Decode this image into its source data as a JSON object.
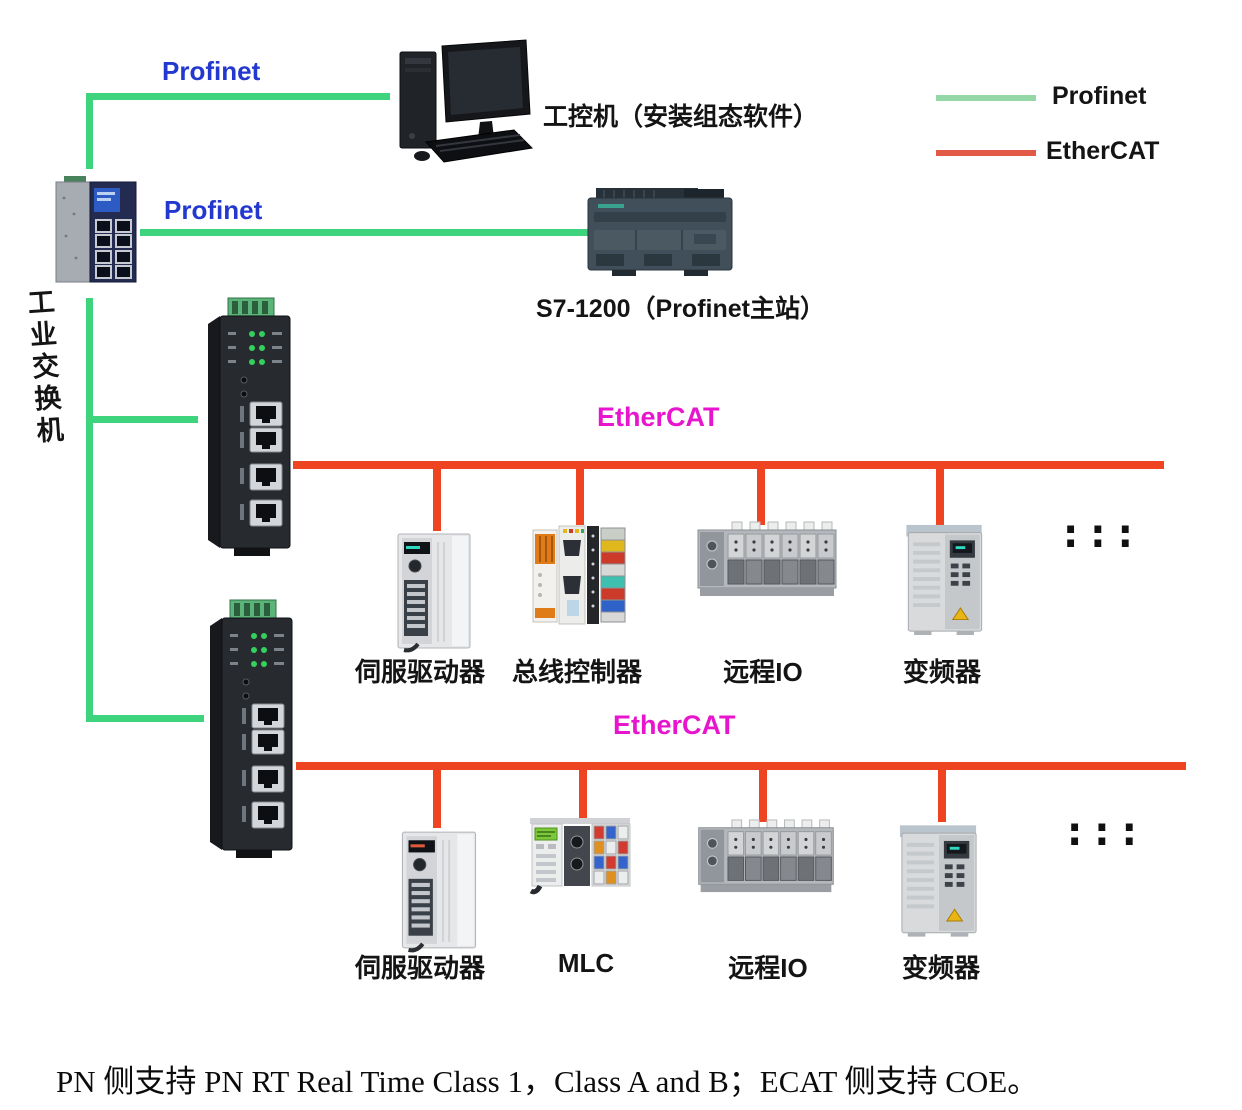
{
  "colors": {
    "profinet_line": "#3ed47e",
    "ethercat_line": "#ee4422",
    "legend_profinet": "#93d8a6",
    "legend_ethercat": "#e25948",
    "profinet_text": "#2238cf",
    "ethercat_text": "#e716ce",
    "label_text": "#141414"
  },
  "links": {
    "profinet_top": "Profinet",
    "profinet_mid": "Profinet",
    "ethercat_bus1": "EtherCAT",
    "ethercat_bus2": "EtherCAT"
  },
  "legend": {
    "profinet": "Profinet",
    "ethercat": "EtherCAT"
  },
  "nodes": {
    "ipc": "工控机（安装组态软件）",
    "plc": "S7-1200（Profinet主站）",
    "switch": "工业交换机"
  },
  "bus1": {
    "devices": [
      "伺服驱动器",
      "总线控制器",
      "远程IO",
      "变频器"
    ],
    "ellipsis": "... ..."
  },
  "bus2": {
    "devices": [
      "伺服驱动器",
      "MLC",
      "远程IO",
      "变频器"
    ],
    "ellipsis": "... ..."
  },
  "footer": "PN 侧支持 PN RT Real Time Class 1，Class A and B；ECAT 侧支持 COE。"
}
